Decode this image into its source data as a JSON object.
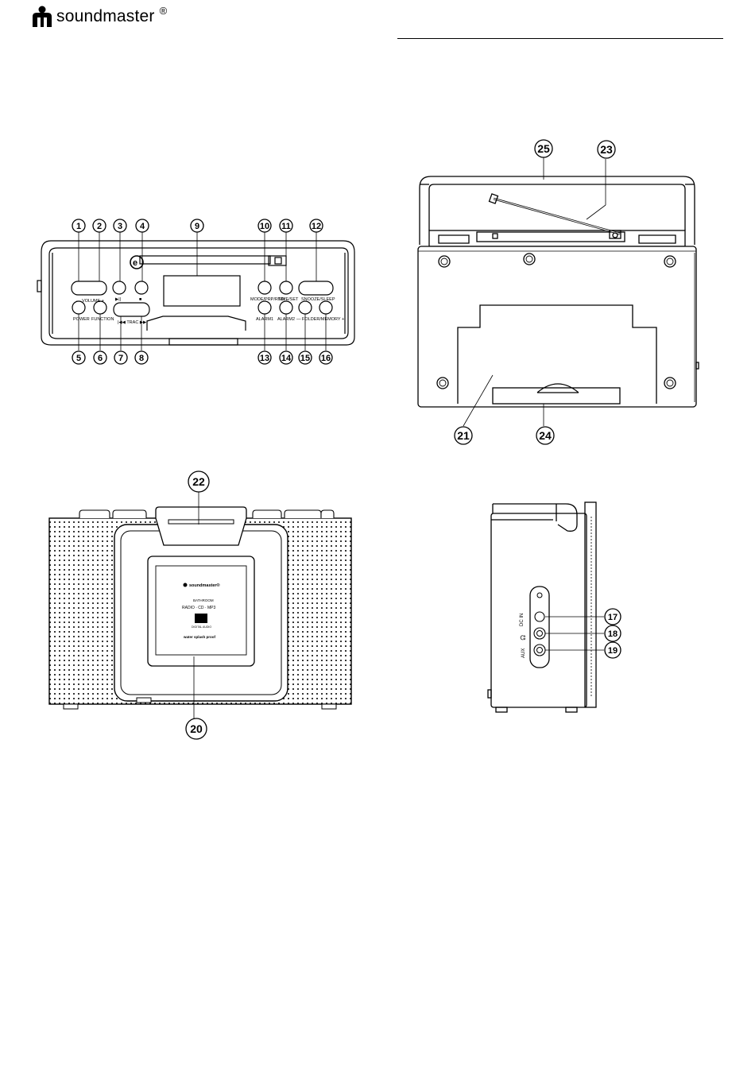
{
  "brand": {
    "name": "soundmaster",
    "registered": "®"
  },
  "top_panel": {
    "labels": {
      "volume": "— VOLUME +",
      "power": "POWER",
      "function": "FUNCTION",
      "track": "|◀◀ TRAC ▶▶|",
      "play_pause": "▶||",
      "stop": "■",
      "mode": "MODE/PRP/RND",
      "time_set": "TIME/SET",
      "snooze_sleep": "SNOOZE/SLEEP",
      "alarm1": "ALARM1",
      "alarm2": "ALARM2",
      "folder_memory": "— FOLDER/MEMORY +"
    },
    "callouts": [
      "1",
      "2",
      "3",
      "4",
      "9",
      "10",
      "11",
      "12",
      "5",
      "6",
      "7",
      "8",
      "13",
      "14",
      "15",
      "16"
    ]
  },
  "front_view": {
    "callouts": [
      "22",
      "20"
    ],
    "door_text": {
      "brand": "soundmaster®",
      "model": "BATHROOM",
      "sources": "RADIO · CD · MP3",
      "disc_logo": "disc",
      "disc_sub": "DIGITAL AUDIO",
      "slogan": "water splash proof"
    }
  },
  "back_view": {
    "callouts": [
      "25",
      "23",
      "21",
      "24"
    ]
  },
  "side_view": {
    "callouts": [
      "17",
      "18",
      "19"
    ],
    "jack_labels": {
      "dc_in": "DC IN",
      "headphone": "🎧",
      "aux": "AUX"
    }
  }
}
